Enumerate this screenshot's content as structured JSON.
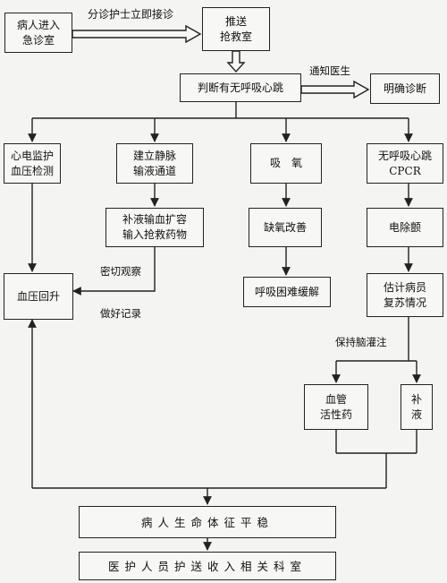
{
  "nodes": {
    "patient_enter": "病人进入\n急诊室",
    "push_rescue": "推送\n抢救室",
    "judge": "判断有无呼吸心跳",
    "diagnose": "明确诊断",
    "ecg": "心电监护\n血压检测",
    "iv": "建立静脉\n输液通道",
    "oxygen": "吸　氧",
    "no_breath": "无呼吸心跳\nCPCR",
    "fluids": "补液输血扩容\n输入抢救药物",
    "hypoxia": "缺氧改善",
    "defib": "电除颤",
    "bp_rise": "血压回升",
    "breath_relief": "呼吸困难缓解",
    "assess": "估计病员\n复苏情况",
    "vasoactive": "血管\n活性药",
    "supplement": "补\n液",
    "vitals_stable": "病人生命体征平稳",
    "transfer": "医护人员护送收入相关科室"
  },
  "labels": {
    "triage": "分诊护士立即接诊",
    "notify": "通知医生",
    "observe": "密切观察",
    "record": "做好记录",
    "perfusion": "保持脑灌注"
  }
}
